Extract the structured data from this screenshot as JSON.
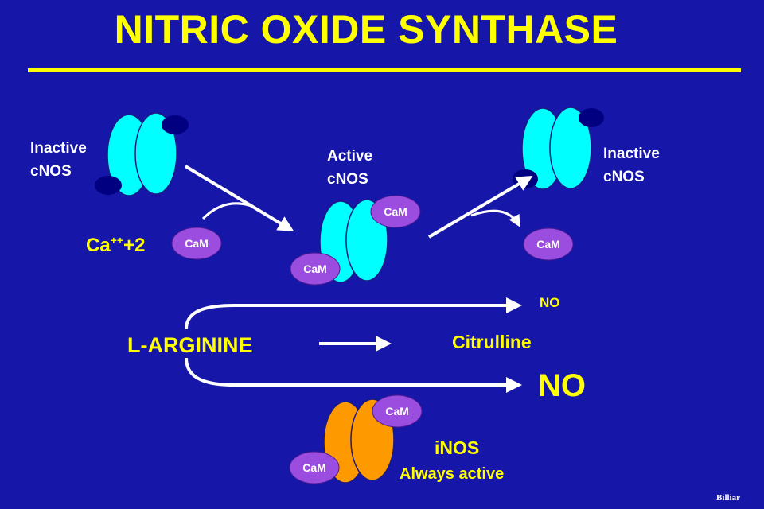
{
  "title": "NITRIC OXIDE SYNTHASE",
  "labels": {
    "inactive_left_1": "Inactive",
    "inactive_left_2": "cNOS",
    "active_1": "Active",
    "active_2": "cNOS",
    "inactive_right_1": "Inactive",
    "inactive_right_2": "cNOS",
    "calcium_base": "Ca",
    "calcium_sup": "++",
    "calcium_tail": "+2",
    "cam": "CaM",
    "l_arginine": "L-ARGININE",
    "citrulline": "Citrulline",
    "no_small": "NO",
    "no_large": "NO",
    "inos": "iNOS",
    "always_active": "Always active",
    "credit": "Billiar"
  },
  "colors": {
    "background": "#1616a8",
    "title": "#ffff00",
    "enzyme_constitutive": "#00ffff",
    "enzyme_inducible": "#ff9900",
    "calmodulin": "#9b4de0",
    "binding_site": "#000080",
    "arrows": "#ffffff"
  }
}
